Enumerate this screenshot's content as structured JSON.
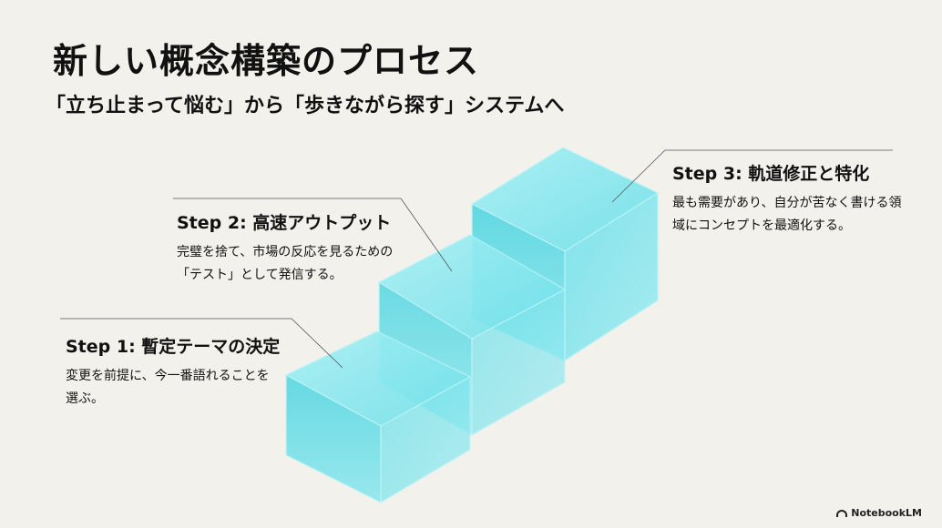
{
  "title": "新しい概念構築のプロセス",
  "subtitle": "「立ち止まって悩む」から「歩きながら探す」システムへ",
  "steps": [
    {
      "title": "Step 1: 暫定テーマの決定",
      "desc": "変更を前提に、今一番語れることを選ぶ。"
    },
    {
      "title": "Step 2: 高速アウトプット",
      "desc": "完璧を捨て、市場の反応を見るための「テスト」として発信する。"
    },
    {
      "title": "Step 3: 軌道修正と特化",
      "desc": "最も需要があり、自分が苦なく書ける領域にコンセプトを最適化する。"
    }
  ],
  "brand": "NotebookLM",
  "colors": {
    "background": "#f2f1ec",
    "cube_top": "#8eeaf0",
    "cube_front": "#5fdbe6",
    "cube_side": "#7ee3ea",
    "leader_line": "#555555"
  }
}
